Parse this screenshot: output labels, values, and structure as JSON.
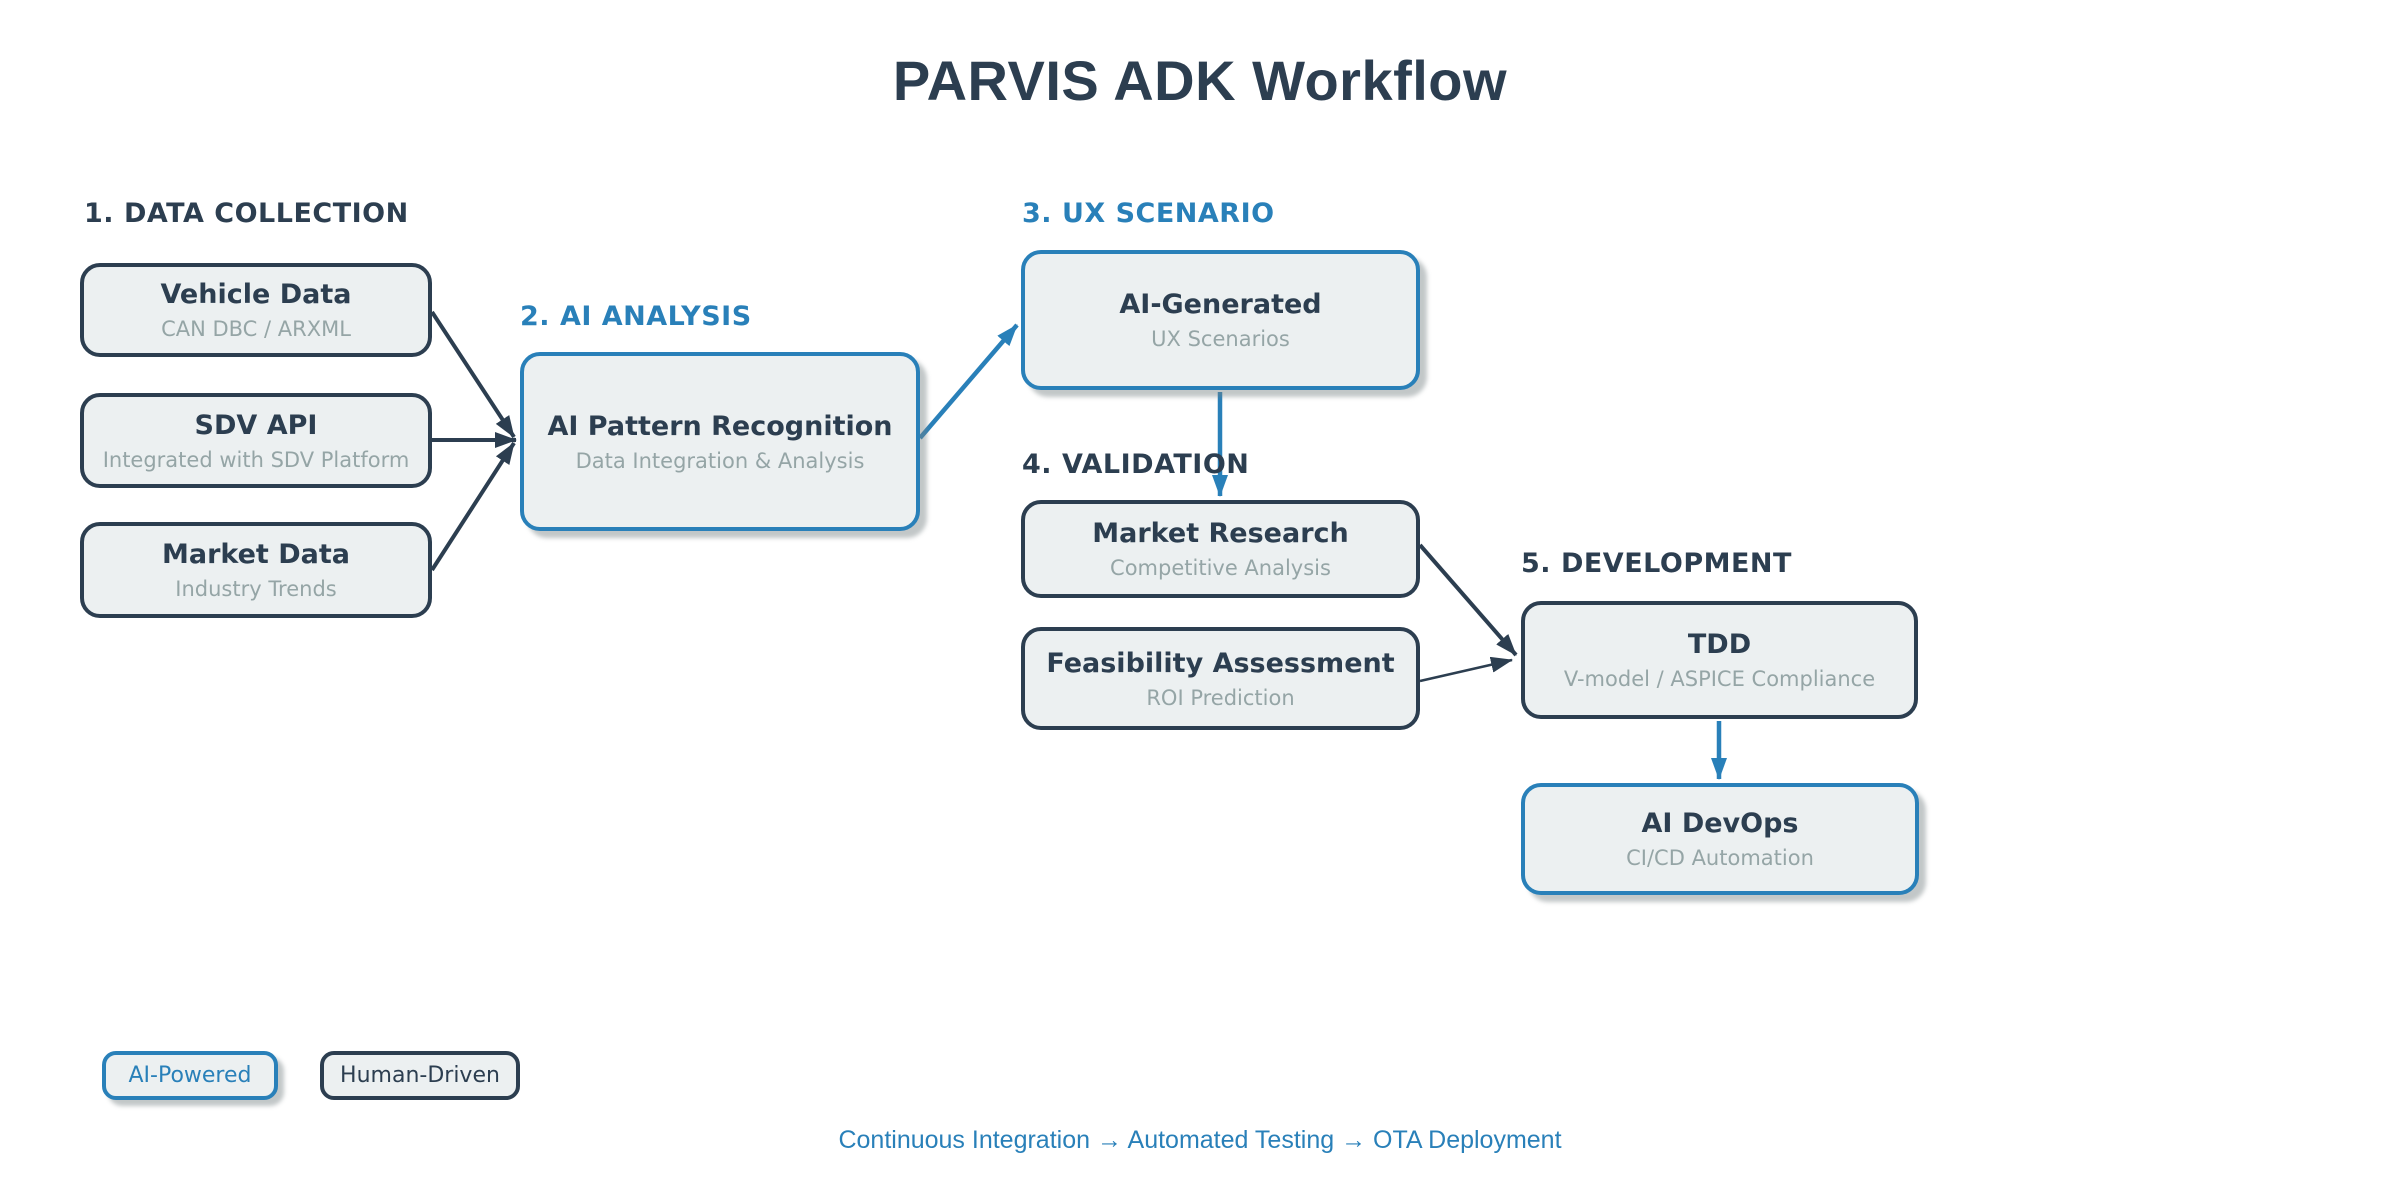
{
  "title": "PARVIS ADK Workflow",
  "sections": [
    {
      "id": "data-collection",
      "label": "1. DATA COLLECTION",
      "color": "dark"
    },
    {
      "id": "ai-analysis",
      "label": "2. AI ANALYSIS",
      "color": "blue"
    },
    {
      "id": "ux-scenario",
      "label": "3. UX SCENARIO",
      "color": "blue"
    },
    {
      "id": "validation",
      "label": "4. VALIDATION",
      "color": "dark"
    },
    {
      "id": "development",
      "label": "5. DEVELOPMENT",
      "color": "dark"
    }
  ],
  "nodes": [
    {
      "id": "vehicle-data",
      "title": "Vehicle Data",
      "subtitle": "CAN DBC / ARXML",
      "type": "human-driven",
      "section": "data-collection"
    },
    {
      "id": "sdv-api",
      "title": "SDV API",
      "subtitle": "Integrated with SDV Platform",
      "type": "human-driven",
      "section": "data-collection"
    },
    {
      "id": "market-data",
      "title": "Market Data",
      "subtitle": "Industry Trends",
      "type": "human-driven",
      "section": "data-collection"
    },
    {
      "id": "ai-pattern-recognition",
      "title": "AI Pattern Recognition",
      "subtitle": "Data Integration & Analysis",
      "type": "ai-powered",
      "section": "ai-analysis"
    },
    {
      "id": "ai-generated",
      "title": "AI-Generated",
      "subtitle": "UX Scenarios",
      "type": "ai-powered",
      "section": "ux-scenario"
    },
    {
      "id": "market-research",
      "title": "Market Research",
      "subtitle": "Competitive Analysis",
      "type": "human-driven",
      "section": "validation"
    },
    {
      "id": "feasibility-assessment",
      "title": "Feasibility Assessment",
      "subtitle": "ROI Prediction",
      "type": "human-driven",
      "section": "validation"
    },
    {
      "id": "tdd",
      "title": "TDD",
      "subtitle": "V-model / ASPICE Compliance",
      "type": "human-driven",
      "section": "development"
    },
    {
      "id": "ai-devops",
      "title": "AI DevOps",
      "subtitle": "CI/CD Automation",
      "type": "ai-powered",
      "section": "development"
    }
  ],
  "edges": [
    {
      "from": "vehicle-data",
      "to": "ai-pattern-recognition",
      "color": "dark"
    },
    {
      "from": "sdv-api",
      "to": "ai-pattern-recognition",
      "color": "dark"
    },
    {
      "from": "market-data",
      "to": "ai-pattern-recognition",
      "color": "dark"
    },
    {
      "from": "ai-pattern-recognition",
      "to": "ai-generated",
      "color": "blue"
    },
    {
      "from": "ai-generated",
      "to": "market-research",
      "color": "blue"
    },
    {
      "from": "market-research",
      "to": "tdd",
      "color": "dark"
    },
    {
      "from": "feasibility-assessment",
      "to": "tdd",
      "color": "dark"
    },
    {
      "from": "tdd",
      "to": "ai-devops",
      "color": "blue"
    }
  ],
  "legend": [
    {
      "label": "AI-Powered",
      "type": "ai-powered"
    },
    {
      "label": "Human-Driven",
      "type": "human-driven"
    }
  ],
  "footer": "Continuous Integration → Automated Testing → OTA Deployment",
  "colors": {
    "ai_accent": "#2980b9",
    "human_accent": "#2c3e50",
    "node_fill": "#ecf0f1",
    "subtitle_gray": "#95a5a6"
  }
}
